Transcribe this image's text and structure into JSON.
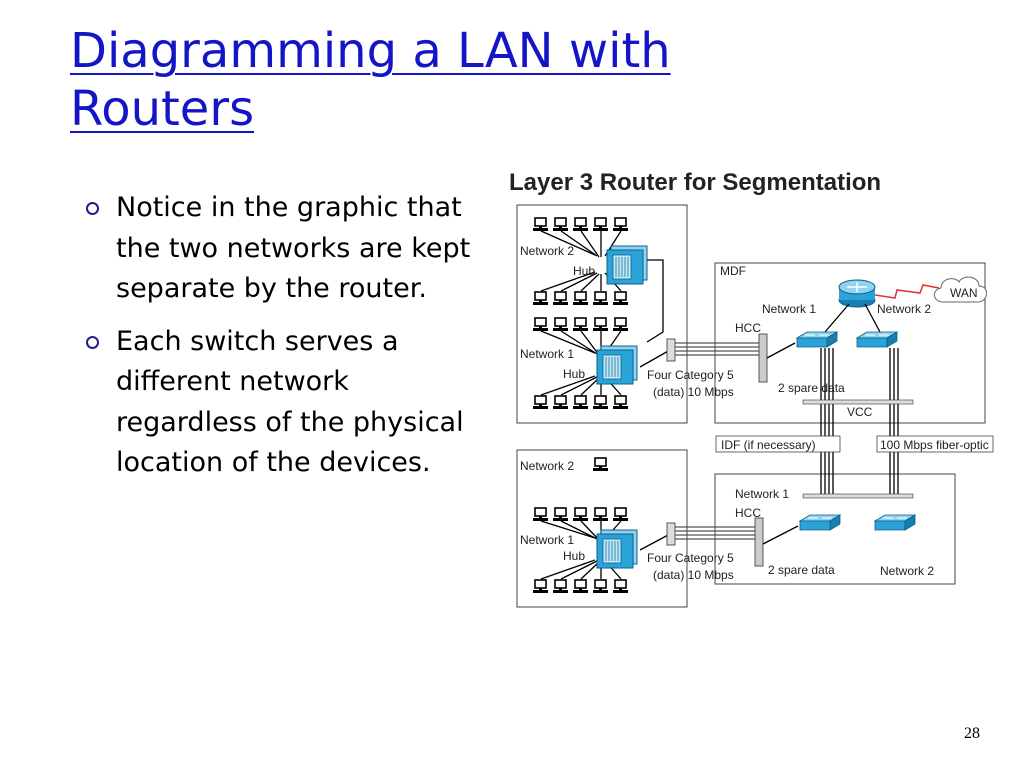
{
  "slide": {
    "title": "Diagramming a LAN with Routers",
    "bullets": [
      "Notice in the graphic that the two networks are kept separate by the router.",
      "Each switch serves a different network regardless of the physical location of the devices."
    ],
    "page_number": "28"
  },
  "diagram": {
    "title": "Layer 3 Router for Segmentation",
    "labels": {
      "network2_top": "Network 2",
      "hub_top": "Hub",
      "network1_top": "Network 1",
      "hub_top2": "Hub",
      "mdf": "MDF",
      "wan": "WAN",
      "mdf_network1": "Network 1",
      "mdf_network2": "Network 2",
      "mdf_hcc": "HCC",
      "cat5_line1_top": "Four Category 5",
      "cat5_line2_top": "(data) 10 Mbps",
      "spare_top": "2 spare data",
      "vcc": "VCC",
      "idf": "IDF (if necessary)",
      "fiber": "100 Mbps fiber-optic",
      "network2_bottom": "Network 2",
      "network1_bottom": "Network 1",
      "hub_bottom": "Hub",
      "idf_network1": "Network 1",
      "idf_hcc": "HCC",
      "cat5_line1_bottom": "Four Category 5",
      "cat5_line2_bottom": "(data) 10 Mbps",
      "spare_bottom": "2 spare data",
      "idf_network2": "Network 2"
    },
    "colors": {
      "device_blue": "#2aa3d8",
      "device_outline": "#0d5f8a",
      "wan_link_red": "#e03030",
      "router_blue": "#3c8fc8"
    },
    "icons": [
      "hub-icon",
      "switch-icon",
      "router-icon",
      "workstation-icon",
      "wan-cloud-icon",
      "patch-panel-icon"
    ]
  }
}
